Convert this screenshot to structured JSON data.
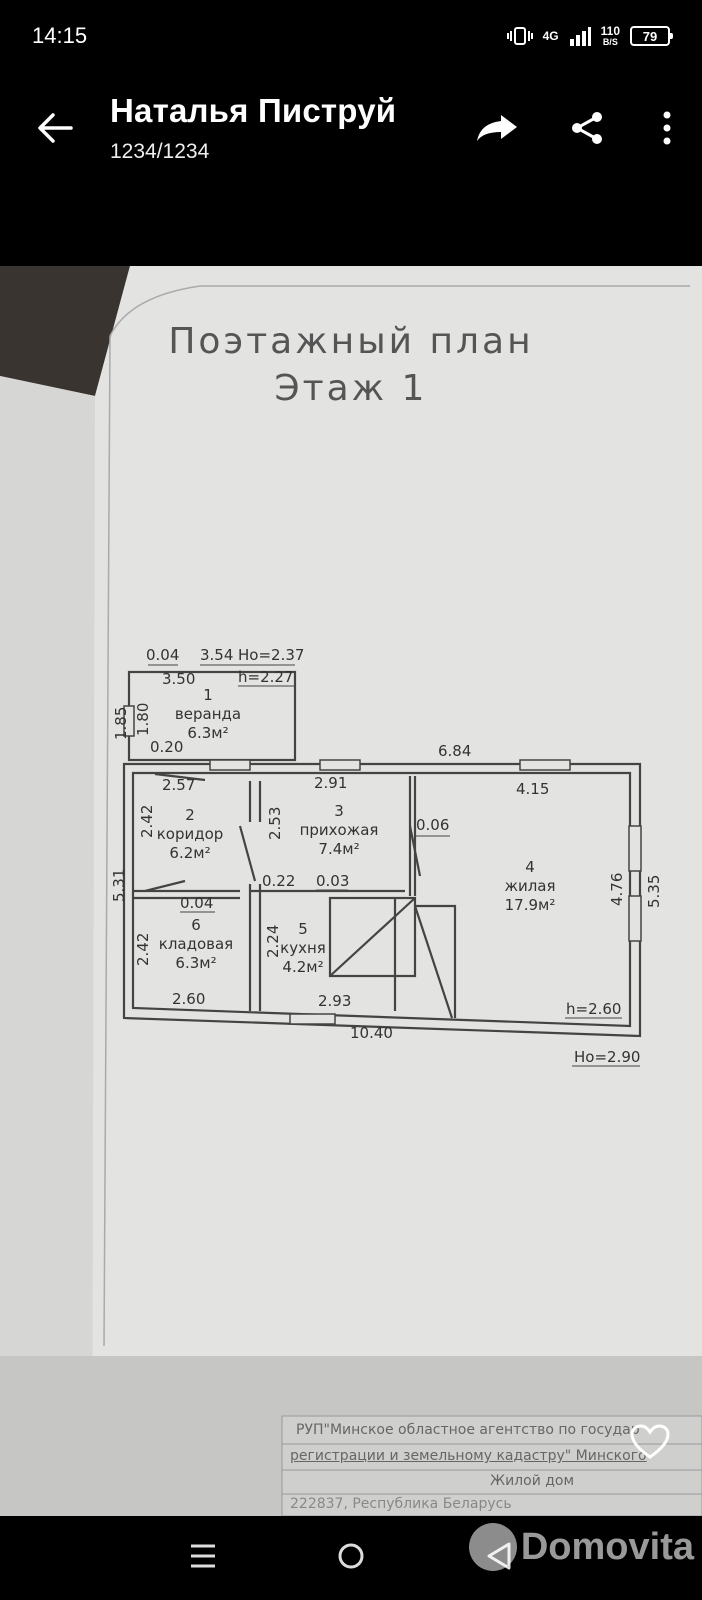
{
  "status": {
    "time": "14:15",
    "network": "4G",
    "speed_value": "110",
    "speed_unit": "B/S",
    "battery": "79"
  },
  "header": {
    "title": "Наталья Пиструй",
    "counter": "1234/1234"
  },
  "icons": {
    "back": "arrow-left-icon",
    "forward": "forward-icon",
    "share": "share-icon",
    "more": "more-vert-icon",
    "like": "heart-icon"
  },
  "plan": {
    "title": "Поэтажный план",
    "floor": "Этаж 1",
    "rooms": [
      {
        "num": "1",
        "name": "веранда",
        "area": "6.3м²"
      },
      {
        "num": "2",
        "name": "коридор",
        "area": "6.2м²"
      },
      {
        "num": "3",
        "name": "прихожая",
        "area": "7.4м²"
      },
      {
        "num": "4",
        "name": "жилая",
        "area": "17.9м²"
      },
      {
        "num": "5",
        "name": "кухня",
        "area": "4.2м²"
      },
      {
        "num": "6",
        "name": "кладовая",
        "area": "6.3м²"
      }
    ],
    "dims": {
      "d004a": "0.04",
      "d354": "3.54",
      "ho237": "Ho=2.37",
      "d350": "3.50",
      "h227": "h=2.27",
      "d185": "1.85",
      "d180": "1.80",
      "d020": "0.20",
      "d684": "6.84",
      "d257": "2.57",
      "d291": "2.91",
      "d415": "4.15",
      "d242a": "2.42",
      "d253": "2.53",
      "d006": "0.06",
      "d531": "5.31",
      "d022": "0.22",
      "d003": "0.03",
      "d476": "4.76",
      "d535": "5.35",
      "d004b": "0.04",
      "d224": "2.24",
      "d242b": "2.42",
      "d260": "2.60",
      "d293": "2.93",
      "h260": "h=2.60",
      "d1040": "10.40",
      "ho290": "Ho=2.90"
    },
    "stamp_lines": [
      "РУП\"Минское областное агентство по государ",
      "регистрации и земельному кадастру\" Минского",
      "Жилой дом",
      "222837, Республика Беларусь"
    ]
  },
  "watermark": "Domovita"
}
